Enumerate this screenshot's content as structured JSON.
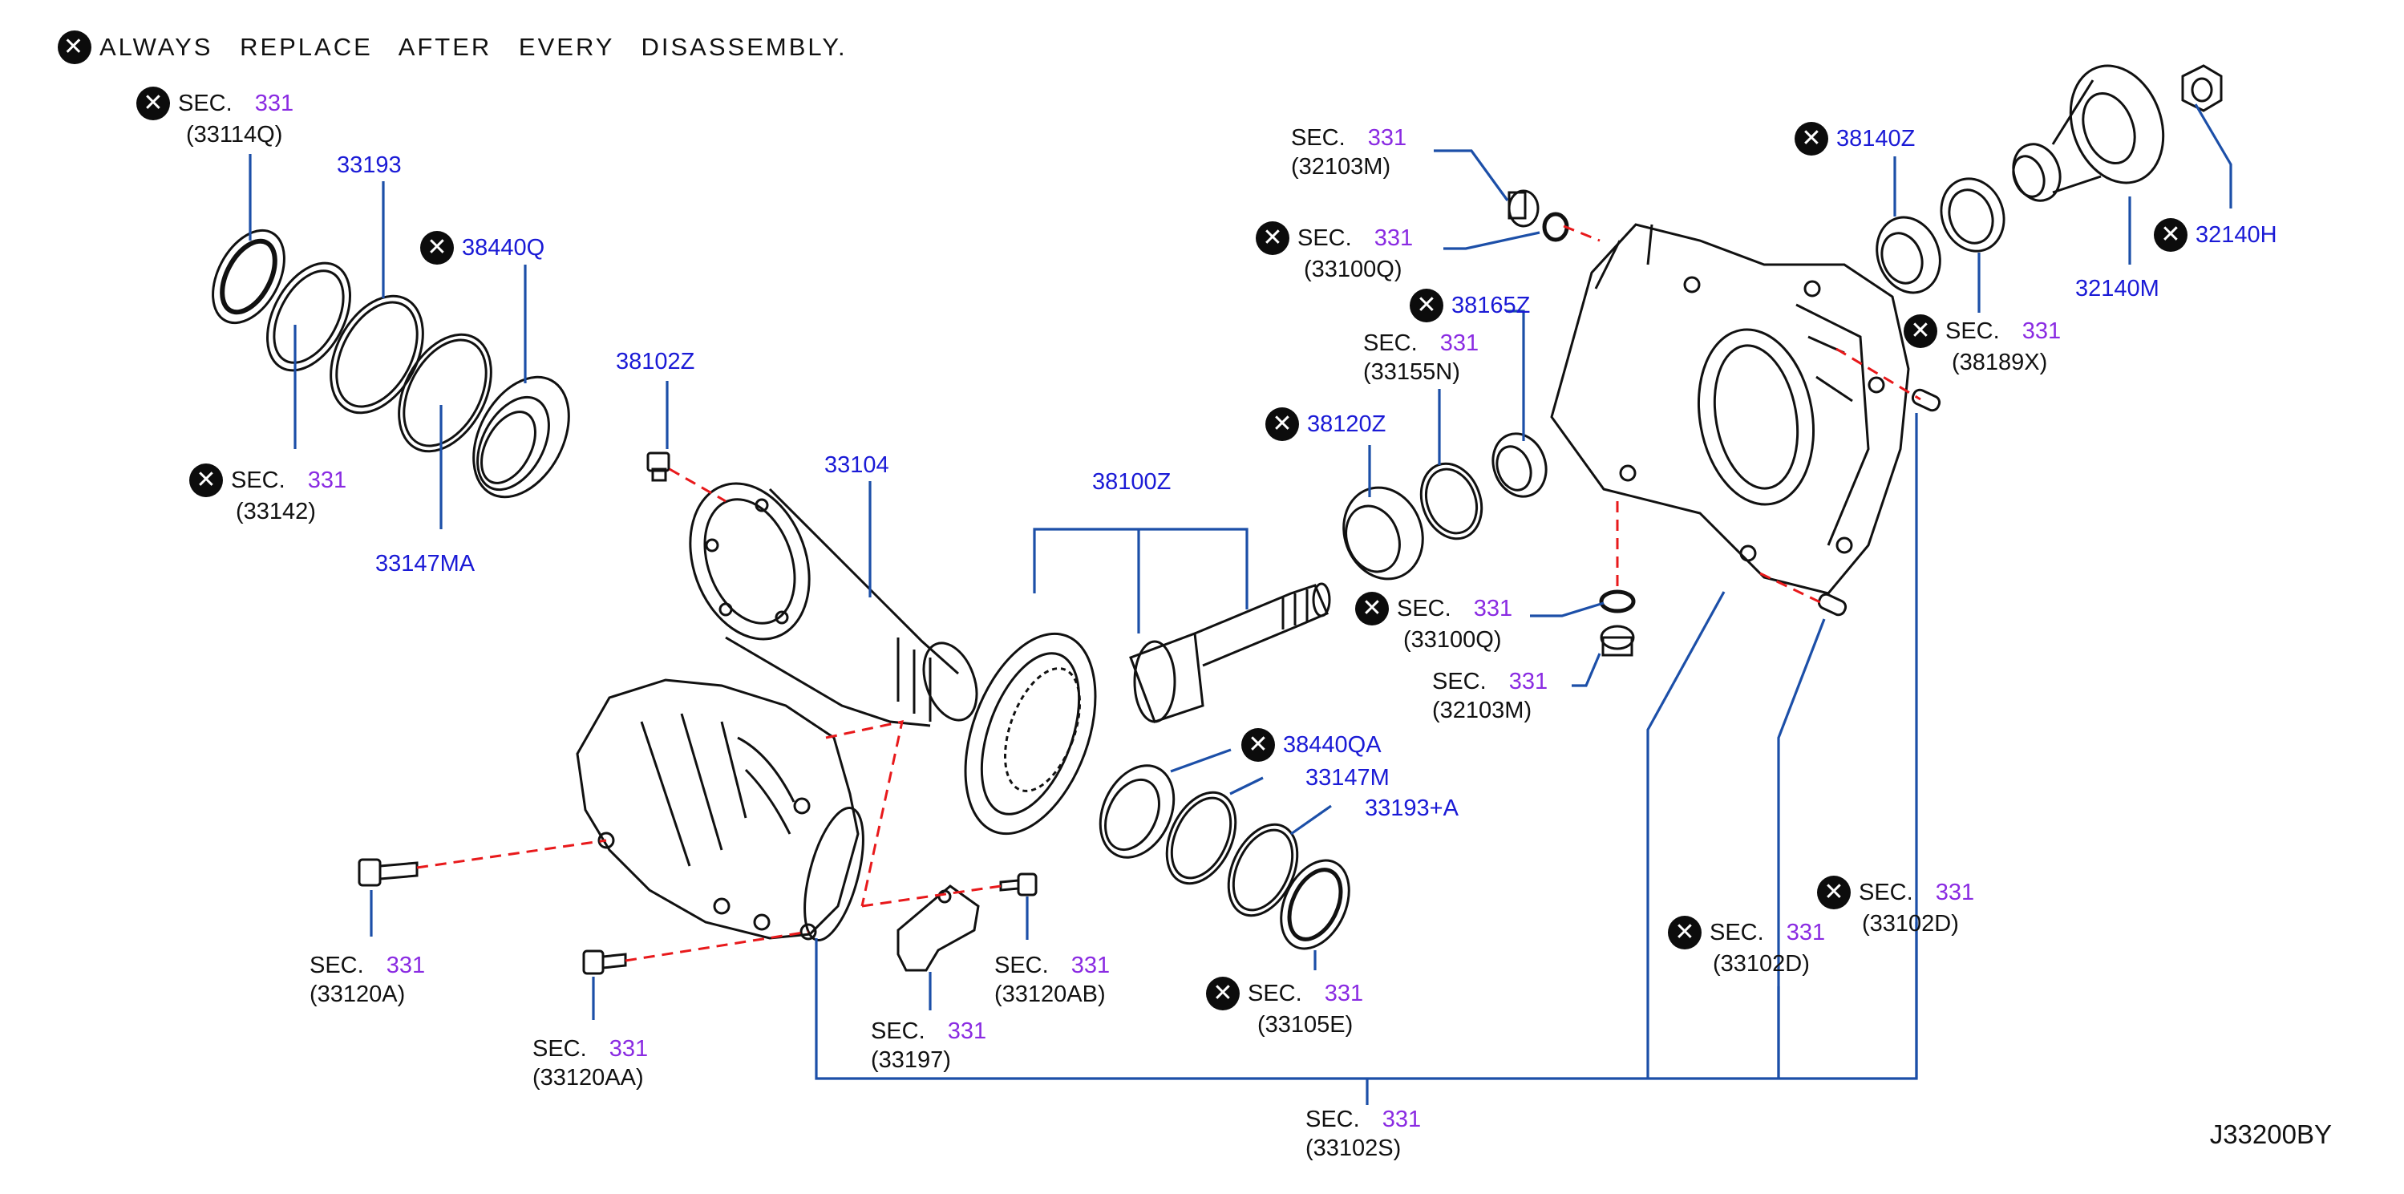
{
  "note": {
    "text": "ALWAYS REPLACE AFTER EVERY DISASSEMBLY."
  },
  "diagram_code": "J33200BY",
  "parts": [
    {
      "id": "33114Q",
      "sec": "SEC.",
      "num": "331",
      "ref": "(33114Q)",
      "replace": true
    },
    {
      "id": "33193",
      "label": "33193"
    },
    {
      "id": "38440Q",
      "label": "38440Q",
      "replace": true
    },
    {
      "id": "33142",
      "sec": "SEC.",
      "num": "331",
      "ref": "(33142)",
      "replace": true
    },
    {
      "id": "33147MA",
      "label": "33147MA"
    },
    {
      "id": "38102Z",
      "label": "38102Z"
    },
    {
      "id": "33104",
      "label": "33104"
    },
    {
      "id": "38100Z",
      "label": "38100Z"
    },
    {
      "id": "32103M-top",
      "sec": "SEC.",
      "num": "331",
      "ref": "(32103M)"
    },
    {
      "id": "33100Q-top",
      "sec": "SEC.",
      "num": "331",
      "ref": "(33100Q)",
      "replace": true
    },
    {
      "id": "38165Z",
      "label": "38165Z",
      "replace": true
    },
    {
      "id": "33155N",
      "sec": "SEC.",
      "num": "331",
      "ref": "(33155N)"
    },
    {
      "id": "38120Z",
      "label": "38120Z",
      "replace": true
    },
    {
      "id": "33100Q-mid",
      "sec": "SEC.",
      "num": "331",
      "ref": "(33100Q)",
      "replace": true
    },
    {
      "id": "32103M-mid",
      "sec": "SEC.",
      "num": "331",
      "ref": "(32103M)"
    },
    {
      "id": "38140Z",
      "label": "38140Z",
      "replace": true
    },
    {
      "id": "32140H",
      "label": "32140H",
      "replace": true
    },
    {
      "id": "32140M",
      "label": "32140M"
    },
    {
      "id": "38189X",
      "sec": "SEC.",
      "num": "331",
      "ref": "(38189X)",
      "replace": true
    },
    {
      "id": "38440QA",
      "label": "38440QA",
      "replace": true
    },
    {
      "id": "33147M",
      "label": "33147M"
    },
    {
      "id": "33193A",
      "label": "33193+A"
    },
    {
      "id": "33105E",
      "sec": "SEC.",
      "num": "331",
      "ref": "(33105E)",
      "replace": true
    },
    {
      "id": "33120A",
      "sec": "SEC.",
      "num": "331",
      "ref": "(33120A)"
    },
    {
      "id": "33120AA",
      "sec": "SEC.",
      "num": "331",
      "ref": "(33120AA)"
    },
    {
      "id": "33197",
      "sec": "SEC.",
      "num": "331",
      "ref": "(33197)"
    },
    {
      "id": "33120AB",
      "sec": "SEC.",
      "num": "331",
      "ref": "(33120AB)"
    },
    {
      "id": "33102D-left",
      "sec": "SEC.",
      "num": "331",
      "ref": "(33102D)",
      "replace": true
    },
    {
      "id": "33102D-right",
      "sec": "SEC.",
      "num": "331",
      "ref": "(33102D)",
      "replace": true
    },
    {
      "id": "33102S",
      "sec": "SEC.",
      "num": "331",
      "ref": "(33102S)"
    }
  ],
  "colors": {
    "part_number": "#1a1ad6",
    "section_number": "#8a2be2",
    "leader": "#1c4fa8",
    "dashed": "#e8191b",
    "replace_mark": "#0c0c0c"
  },
  "icons": {
    "replace_mark": "x-circle-icon"
  }
}
